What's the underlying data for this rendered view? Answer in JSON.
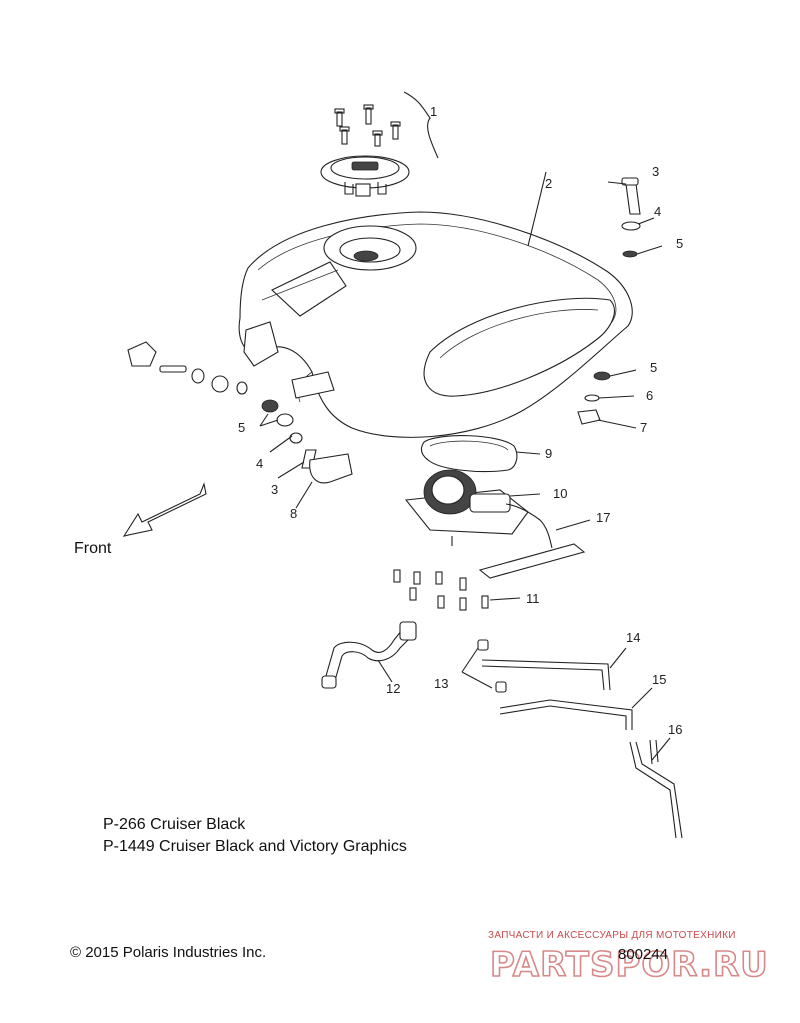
{
  "front_label": "Front",
  "part_numbers": [
    "1",
    "2",
    "3",
    "4",
    "5",
    "5",
    "6",
    "7",
    "5",
    "4",
    "3",
    "8",
    "9",
    "10",
    "17",
    "11",
    "12",
    "13",
    "14",
    "15",
    "16"
  ],
  "notes": {
    "line1": "P-266  Cruiser Black",
    "line2": "P-1449 Cruiser Black and Victory Graphics"
  },
  "copyright": "© 2015 Polaris Industries Inc.",
  "diagram_id": "800244",
  "watermark": {
    "tagline": "ЗАПЧАСТИ И АКСЕССУАРЫ ДЛЯ МОТОТЕХНИКИ",
    "logo": "PARTSPOR.RU",
    "color": "#d88888"
  }
}
